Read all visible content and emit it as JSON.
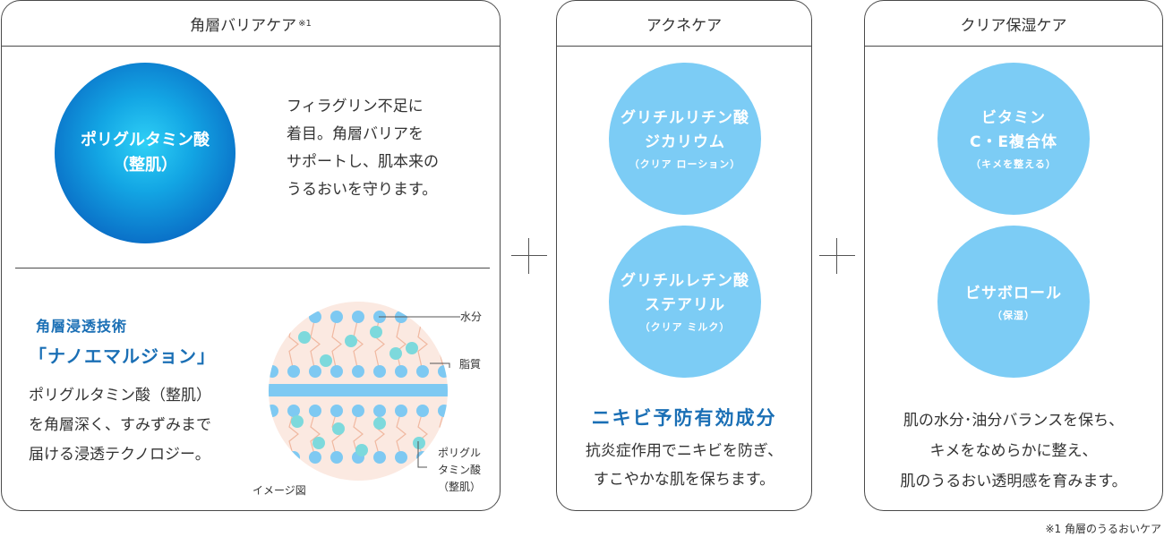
{
  "panel_barrier": {
    "title": "角層バリアケア",
    "title_note": "※1",
    "circle": {
      "line1": "ポリグルタミン酸",
      "line2": "（整肌）"
    },
    "lead_lines": [
      "フィラグリン不足に",
      "着目。角層バリアを",
      "サポートし、肌本来の",
      "うるおいを守ります。"
    ],
    "tech_label": "角層浸透技術",
    "tech_name": "「ナノエマルジョン」",
    "tech_desc_lines": [
      "ポリグルタミン酸（整肌）",
      "を角層深く、すみずみまで",
      "届ける浸透テクノロジー。"
    ],
    "diagram_labels": {
      "water": "水分",
      "lipid": "脂質",
      "polyglutamic": [
        "ポリグル",
        "タミン酸",
        "（整肌）"
      ],
      "caption": "イメージ図"
    }
  },
  "panel_acne": {
    "title": "アクネケア",
    "circle1": {
      "line1": "グリチルリチン酸",
      "line2": "ジカリウム",
      "sub": "（クリア ローション）"
    },
    "circle2": {
      "line1": "グリチルレチン酸",
      "line2": "ステアリル",
      "sub": "（クリア ミルク）"
    },
    "headline": "ニキビ予防有効成分",
    "desc_lines": [
      "抗炎症作用でニキビを防ぎ、",
      "すこやかな肌を保ちます。"
    ]
  },
  "panel_moist": {
    "title": "クリア保湿ケア",
    "circle1": {
      "line1": "ビタミン",
      "line2": "C・E複合体",
      "sub": "（キメを整える）"
    },
    "circle2": {
      "line1": "ビサボロール",
      "sub": "（保湿）"
    },
    "desc_lines": [
      "肌の水分･油分バランスを保ち、",
      "キメをなめらかに整え、",
      "肌のうるおい透明感を育みます。"
    ]
  },
  "footnote": "※1 角層のうるおいケア",
  "colors": {
    "brand_blue": "#1a6fb5",
    "light_blue_circle": "#7cccf5",
    "dot_blue": "#7ec9f2",
    "dot_teal": "#7dd9dc",
    "diagram_bg": "#fbe9e1",
    "lipid_line": "#f0b8a0"
  },
  "icons": {
    "plus": "plus-icon"
  }
}
